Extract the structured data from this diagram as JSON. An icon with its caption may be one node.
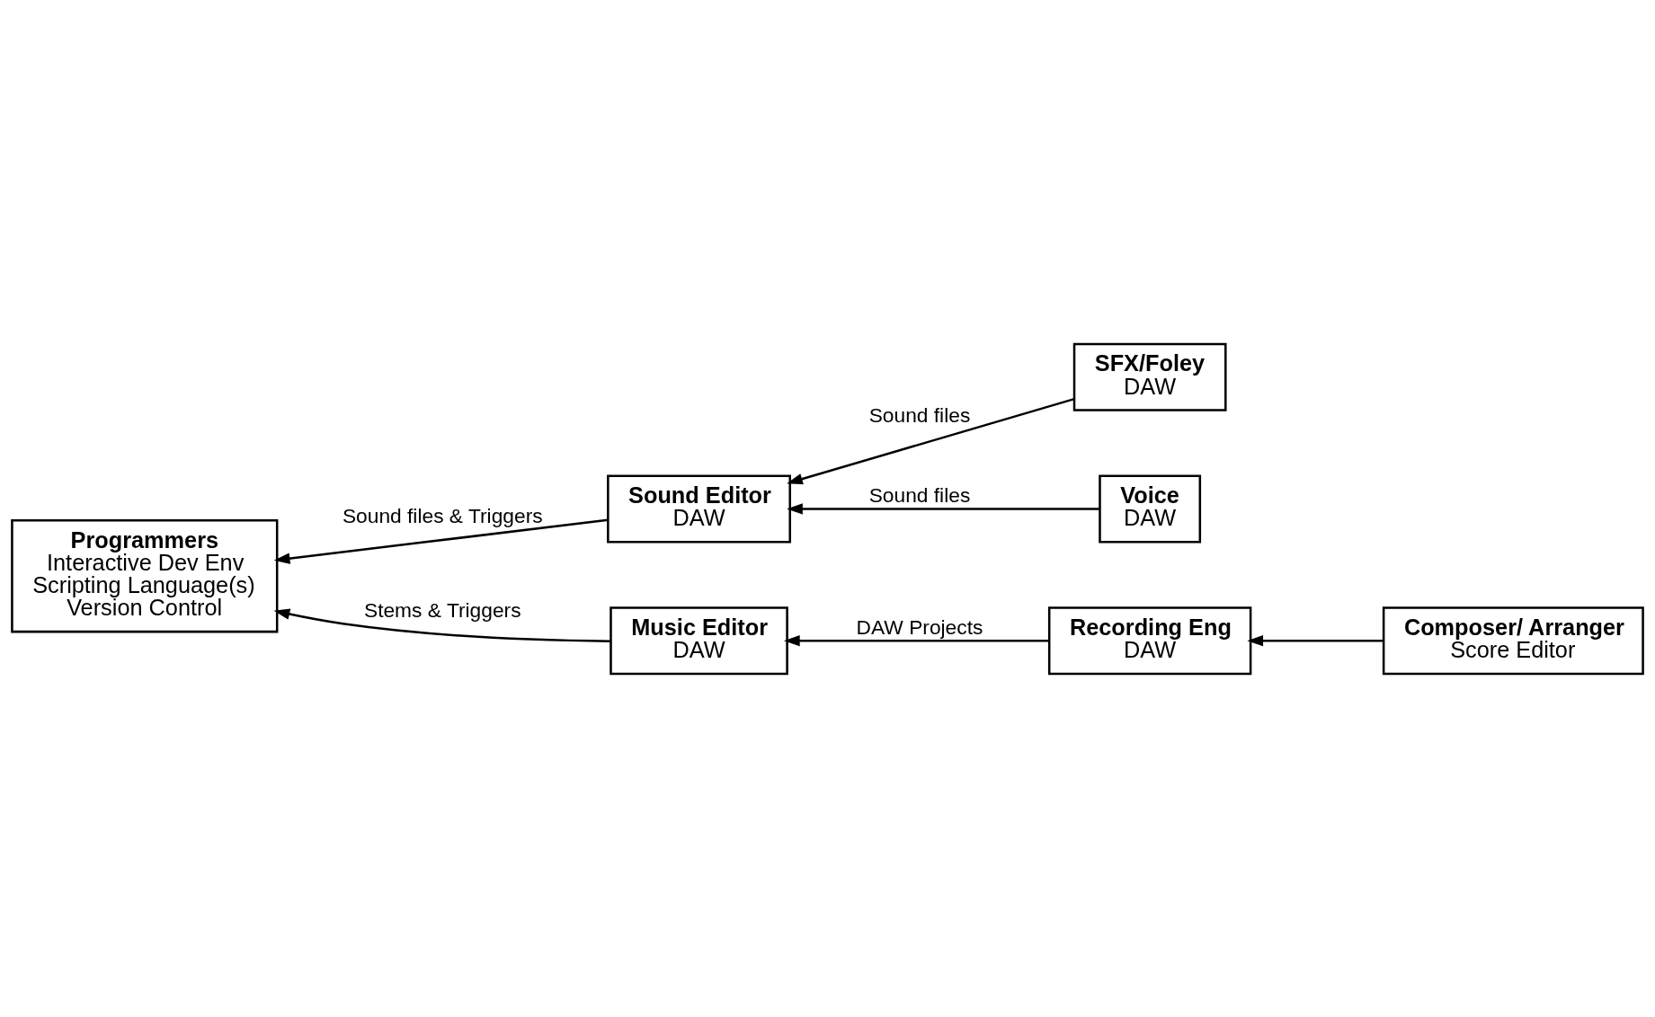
{
  "diagram": {
    "nodes": [
      {
        "text": [
          "Programmers",
          "Interactive Dev Env",
          "Scripting Language(s)",
          "Version Control"
        ]
      },
      {
        "text": [
          "SFX/Foley",
          "DAW"
        ]
      },
      {
        "text": [
          "Sound Editor",
          "DAW"
        ]
      },
      {
        "text": [
          "Voice",
          "DAW"
        ]
      },
      {
        "text": [
          "Music Editor",
          "DAW"
        ]
      },
      {
        "text": [
          "Recording Eng",
          "DAW"
        ]
      },
      {
        "text": [
          "Composer/ Arranger",
          "Score Editor"
        ]
      }
    ],
    "edges": [
      {
        "from": 1,
        "to": 2,
        "arrow": "to",
        "label": "Sound files"
      },
      {
        "from": 3,
        "to": 2,
        "arrow": "to",
        "label": "Sound files"
      },
      {
        "from": 2,
        "to": 0,
        "arrow": "to",
        "label": "Sound files & Triggers"
      },
      {
        "from": 4,
        "to": 0,
        "arrow": "to",
        "label": "Stems & Triggers"
      },
      {
        "from": 5,
        "to": 4,
        "arrow": "to",
        "label": "DAW Projects"
      },
      {
        "from": 6,
        "to": 5,
        "arrow": "to"
      }
    ]
  }
}
